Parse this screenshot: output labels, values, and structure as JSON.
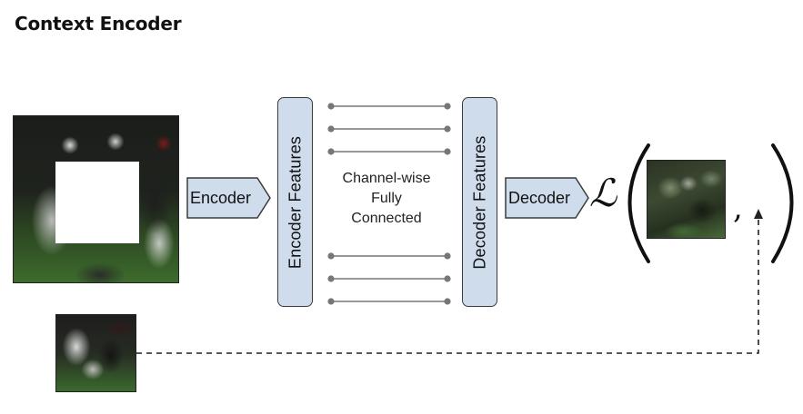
{
  "title": "Context Encoder",
  "encoder_label": "Encoder",
  "encoder_features_label": "Encoder Features",
  "channel_fc_lines": [
    "Channel-wise",
    "Fully",
    "Connected"
  ],
  "decoder_features_label": "Decoder Features",
  "decoder_label": "Decoder",
  "loss_symbol": "ℒ",
  "loss_separator": ",",
  "colors": {
    "box_fill": "#cfdcec",
    "box_stroke": "#3b3b3b",
    "connector": "#777777"
  }
}
